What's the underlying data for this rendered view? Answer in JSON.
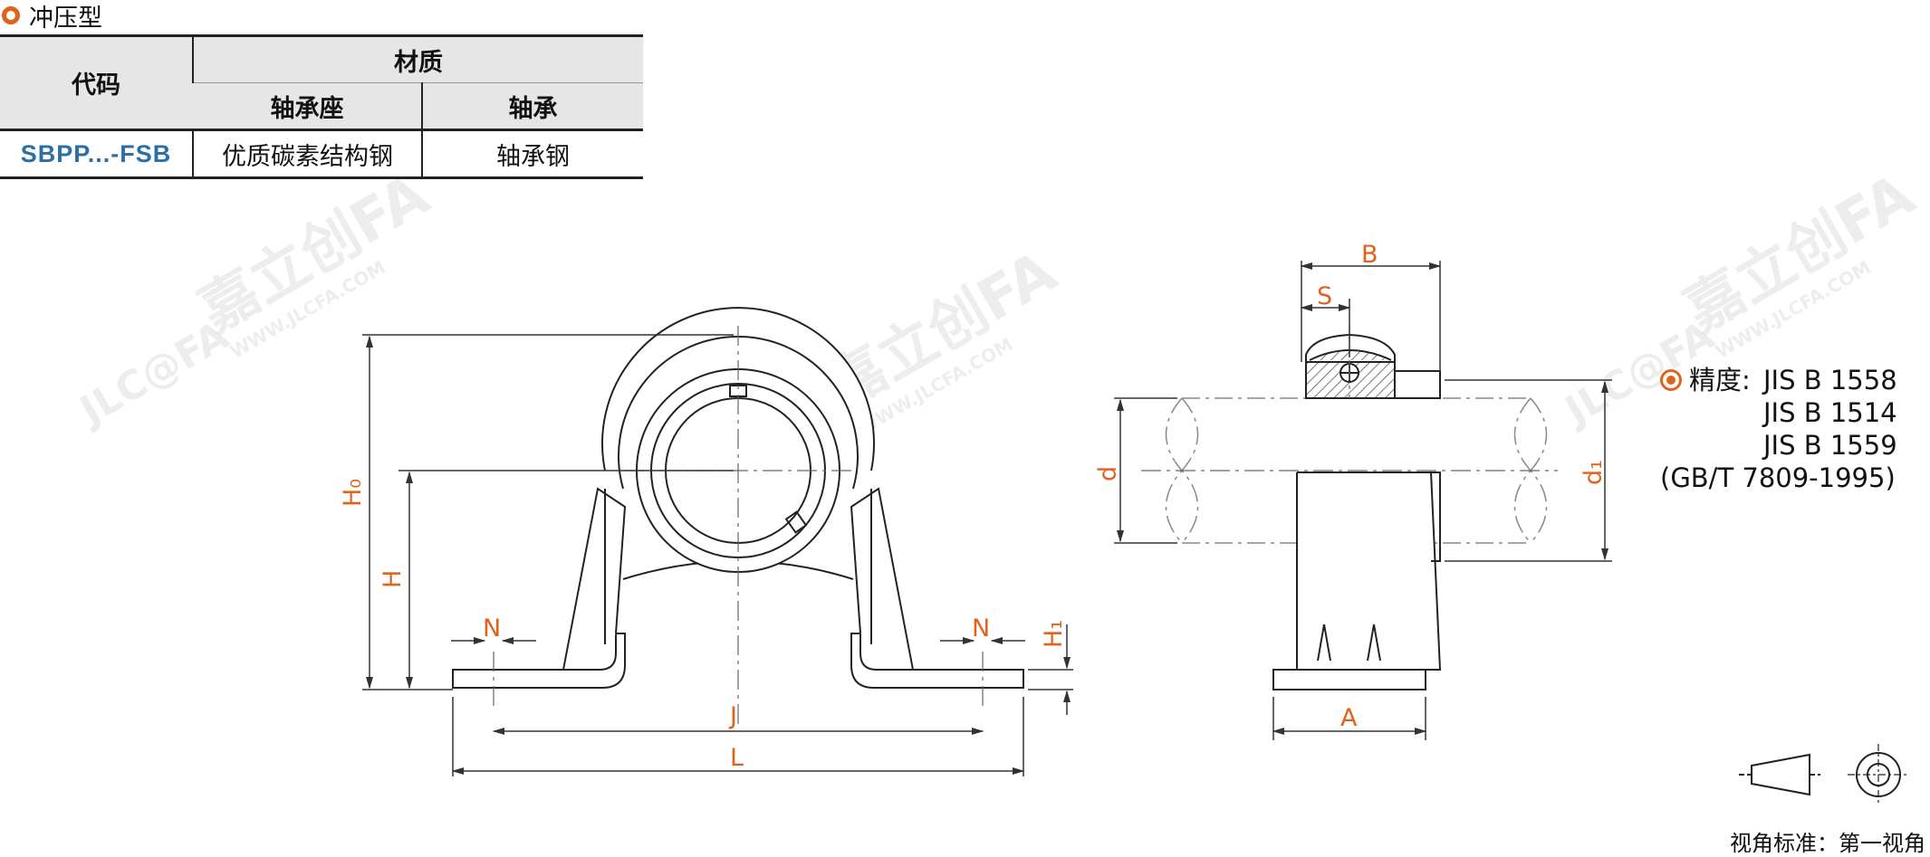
{
  "section": {
    "title": "冲压型"
  },
  "table": {
    "code_header": "代码",
    "material_header": "材质",
    "housing_header": "轴承座",
    "bearing_header": "轴承",
    "row": {
      "code": "SBPP...-FSB",
      "housing_material": "优质碳素结构钢",
      "bearing_material": "轴承钢"
    }
  },
  "dimensions": {
    "H0": "H₀",
    "H": "H",
    "H1": "H₁",
    "N_left": "N",
    "N_right": "N",
    "J": "J",
    "L": "L",
    "B": "B",
    "S": "S",
    "d": "d",
    "d1": "d₁",
    "A": "A"
  },
  "precision": {
    "label": "精度:",
    "standards": [
      "JIS B 1558",
      "JIS B 1514",
      "JIS B 1559",
      "(GB/T 7809-1995)"
    ]
  },
  "projection": {
    "text": "视角标准：第一视角"
  },
  "watermark": {
    "brand": "嘉立创FA",
    "url": "WWW.JLCFA.COM",
    "logo": "JLC@FA"
  },
  "colors": {
    "accent": "#e0621c",
    "code": "#2d6ea3",
    "header_bg": "#e6e6e6"
  }
}
